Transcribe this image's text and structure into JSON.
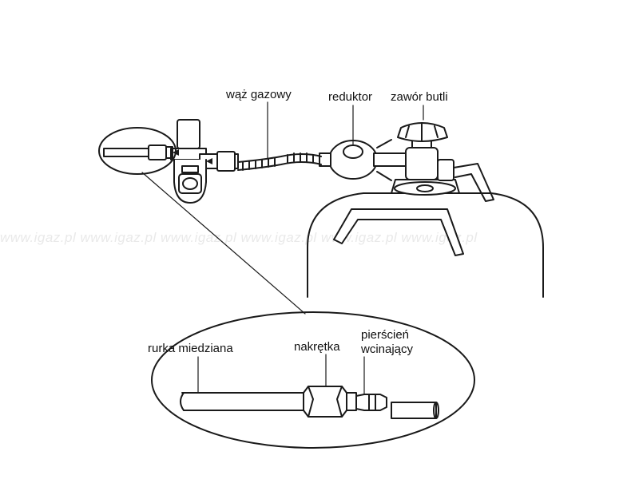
{
  "watermark": "www.igaz.pl www.igaz.pl www.igaz.pl www.igaz.pl www.igaz.pl www.igaz.pl",
  "labels": {
    "hose": "wąż gazowy",
    "reducer": "reduktor",
    "bottle_valve": "zawór butli",
    "copper_tube": "rurka miedziana",
    "nut": "nakrętka",
    "ring_line1": "pierścień",
    "ring_line2": "wcinający"
  },
  "colors": {
    "stroke": "#1a1a1a",
    "watermark": "#e9e9e9"
  }
}
